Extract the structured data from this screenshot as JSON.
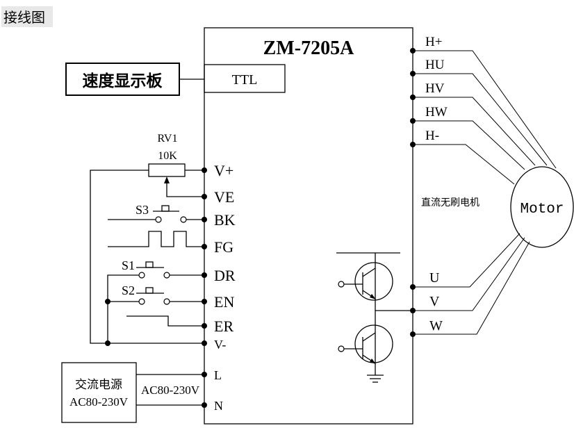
{
  "header": {
    "title": "接线图"
  },
  "controller": {
    "model": "ZM-7205A",
    "ttl": "TTL"
  },
  "speed_board": {
    "label": "速度显示板"
  },
  "potentiometer": {
    "name": "RV1",
    "value": "10K"
  },
  "switches": {
    "s1": "S1",
    "s2": "S2",
    "s3": "S3"
  },
  "left_terminals": {
    "vplus": "V+",
    "ve": "VE",
    "bk": "BK",
    "fg": "FG",
    "dr": "DR",
    "en": "EN",
    "er": "ER",
    "vminus": "V-",
    "l": "L",
    "n": "N"
  },
  "right_terminals": {
    "hplus": "H+",
    "hu": "HU",
    "hv": "HV",
    "hw": "HW",
    "hminus": "H-",
    "u": "U",
    "v": "V",
    "w": "W"
  },
  "motor": {
    "name": "Motor",
    "caption": "直流无刷电机"
  },
  "power": {
    "line1": "交流电源",
    "line2": "AC80-230V",
    "wire": "AC80-230V"
  }
}
